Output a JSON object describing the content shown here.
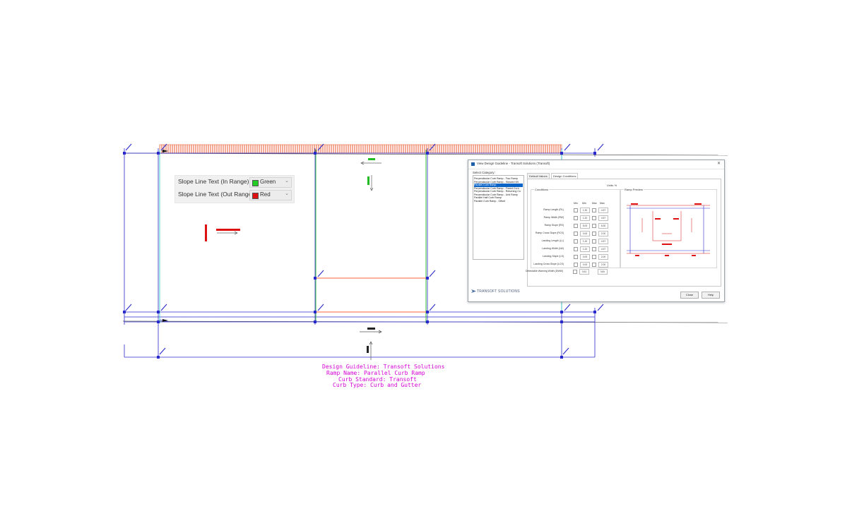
{
  "slope_legend": {
    "in_range": {
      "label": "Slope Line Text (In Range)",
      "color_name": "Green",
      "swatch": "#22cc22"
    },
    "out_range": {
      "label": "Slope Line Text (Out Range)",
      "color_name": "Red",
      "swatch": "#dd1111"
    }
  },
  "drawing": {
    "annotations": [
      "Design Guideline: Transoft Solutions",
      "Ramp Name: Parallel Curb Ramp",
      "Curb Standard: Transoft",
      "Curb Type: Curb and Gutter"
    ],
    "colors": {
      "annotation": "#d400d4",
      "dimension": "#2a2acc",
      "construction": "#40d0c8",
      "ramp": "#ff6633",
      "hatch": "#e85a30",
      "in_range": "#22bb22",
      "out_range": "#dd1111"
    }
  },
  "dialog": {
    "title": "View Design Guideline - Transoft Solutions (Transoft)",
    "close_icon": "close-icon",
    "category_label": "Select Category:",
    "categories": [
      "Perpendicular Curb Ramp - Two Ramp",
      "Perpendicular Curb Ramp - Skewed Wt",
      "Parallel Curb Ramp",
      "Perpendicular Curb Ramp - Flared Corn",
      "Perpendicular Curb Ramp - Returning Cu",
      "Perpendicular Curb Ramp - Unit Ramp",
      "Parallel Half Curb Ramp",
      "Parallel Curb Ramp - Offset"
    ],
    "selected_category_index": 2,
    "tabs": [
      "Default Values",
      "Design Conditions"
    ],
    "active_tab_index": 1,
    "units_label": "Units: %",
    "conditions_group": "Conditions",
    "column_headers": [
      "Min",
      "Min",
      "Max",
      "Max"
    ],
    "conditions": [
      {
        "label": "Ramp Length (RL)",
        "min": "1.30",
        "max": "4.57"
      },
      {
        "label": "Ramp Width (RW)",
        "min": "1.20",
        "max": "4.57"
      },
      {
        "label": "Ramp Slope (RS)",
        "min": "5.00",
        "max": "8.30"
      },
      {
        "label": "Ramp Cross Slope (RCS)",
        "min": "0.00",
        "max": "2.00"
      },
      {
        "label": "Landing Length (LL)",
        "min": "1.20",
        "max": "4.57"
      },
      {
        "label": "Landing Width (LW)",
        "min": "1.20",
        "max": "4.57"
      },
      {
        "label": "Landing Slope (LS)",
        "min": "0.00",
        "max": "2.00"
      },
      {
        "label": "Landing Cross Slope (LCS)",
        "min": "0.00",
        "max": "2.00"
      },
      {
        "label": "Detectable Warning Width (DWW)",
        "min": "0.61",
        "max": "N/A"
      }
    ],
    "preview_group": "Ramp Preview",
    "logo_text": "TRANSOFT SOLUTIONS",
    "buttons": {
      "close": "Close",
      "help": "Help"
    }
  }
}
